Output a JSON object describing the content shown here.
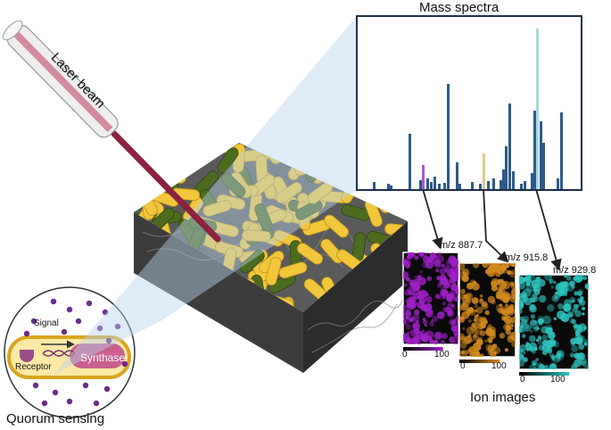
{
  "titles": {
    "mass_spectra": "Mass spectra",
    "laser_beam": "Laser beam",
    "ion_images": "Ion images",
    "quorum_sensing": "Quorum sensing"
  },
  "ion_panels": [
    {
      "mz": "m/z 887.7",
      "scale_min": "0",
      "scale_max": "100",
      "color": "#a020c8"
    },
    {
      "mz": "m/z 915.8",
      "scale_min": "0",
      "scale_max": "100",
      "color": "#d68a1e"
    },
    {
      "mz": "m/z 929.8",
      "scale_min": "0",
      "scale_max": "100",
      "color": "#2ec4c0"
    }
  ],
  "quorum": {
    "signal": "Signal",
    "receptor": "Receptor",
    "synthase": "Synthase"
  },
  "colors": {
    "spectrum_bar": "#2e5a8a",
    "highlight_purple": "#a65ad6",
    "highlight_tan": "#e0c98a",
    "highlight_cyan": "#a8d8e0",
    "bacteria_yellow": "#f2c63a",
    "bacteria_green": "#4d6b1e",
    "laser": "#8b2240",
    "matrix": "#4a4a4a",
    "membrane": "#e6b93a",
    "synthase": "#c9608f"
  }
}
